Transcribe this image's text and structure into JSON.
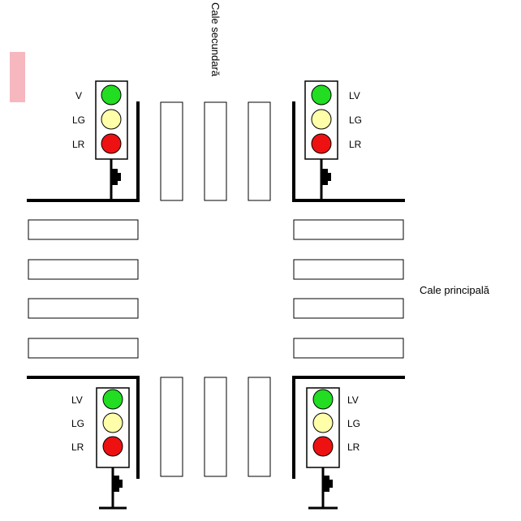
{
  "roads": {
    "secondary_label": "Cale secundară",
    "main_label": "Cale principală"
  },
  "traffic_lights": [
    {
      "id": "top-left",
      "labels": [
        "V",
        "LG",
        "LR"
      ]
    },
    {
      "id": "top-right",
      "labels": [
        "LV",
        "LG",
        "LR"
      ]
    },
    {
      "id": "bottom-left",
      "labels": [
        "LV",
        "LG",
        "LR"
      ]
    },
    {
      "id": "bottom-right",
      "labels": [
        "LV",
        "LG",
        "LR"
      ]
    }
  ],
  "colors": {
    "green_lamp": "#22dd22",
    "yellow_lamp": "#ffffaa",
    "red_lamp": "#ee1111",
    "outline": "#000000",
    "accent_mark": "#f4aab4"
  }
}
